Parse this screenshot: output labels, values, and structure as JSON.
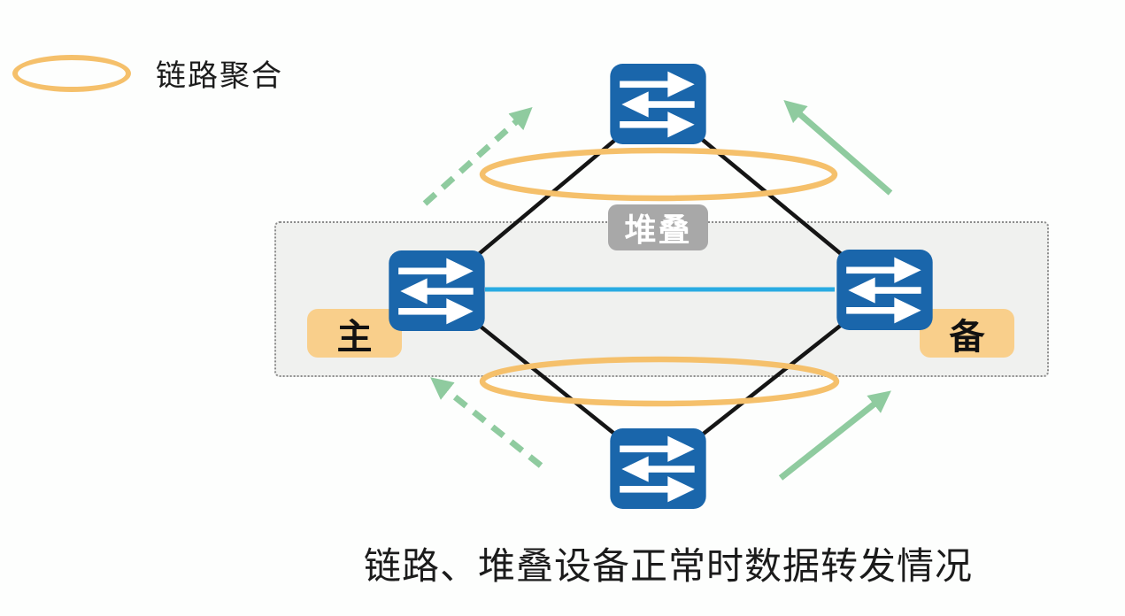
{
  "page": {
    "caption": "链路、堆叠设备正常时数据转发情况"
  },
  "legend": {
    "symbol": "link-aggregation-ellipse",
    "label": "链路聚合"
  },
  "labels": {
    "stack": "堆叠",
    "master": "主",
    "backup": "备"
  },
  "colors": {
    "page_bg": "#fdfefd",
    "switch_blue": "#1A66AB",
    "stack_link_blue": "#29ABE2",
    "aggregation_orange": "#F5C06B",
    "role_label_fill": "#F9CF8B",
    "arrow_green": "#8FCB9F",
    "link_black": "#151515",
    "stack_label_gray": "#A8A8A8"
  },
  "diagram": {
    "type": "network-topology",
    "nodes": [
      "top-switch",
      "master-switch",
      "backup-switch",
      "bottom-switch"
    ],
    "links": [
      {
        "from": "top-switch",
        "to": "master-switch",
        "style": "black-line"
      },
      {
        "from": "top-switch",
        "to": "backup-switch",
        "style": "black-line"
      },
      {
        "from": "bottom-switch",
        "to": "master-switch",
        "style": "black-line"
      },
      {
        "from": "bottom-switch",
        "to": "backup-switch",
        "style": "black-line"
      },
      {
        "from": "master-switch",
        "to": "backup-switch",
        "style": "blue-stack-link"
      }
    ],
    "aggregation_rings": [
      "top-link-pair",
      "bottom-link-pair"
    ],
    "flow_arrows": [
      {
        "position": "top-left",
        "style": "dashed",
        "direction": "up-right"
      },
      {
        "position": "top-right",
        "style": "solid",
        "direction": "up-left"
      },
      {
        "position": "bottom-left",
        "style": "dashed",
        "direction": "up-left"
      },
      {
        "position": "bottom-right",
        "style": "solid",
        "direction": "up-right"
      }
    ]
  }
}
